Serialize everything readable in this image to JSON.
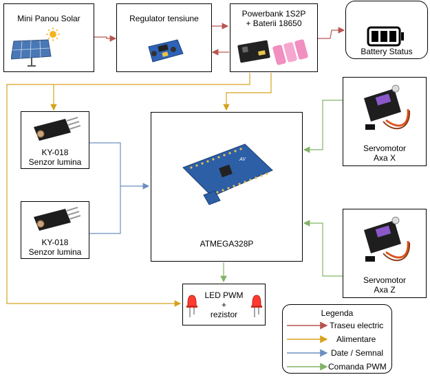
{
  "nodes": {
    "solar": {
      "label": "Mini Panou Solar"
    },
    "regulator": {
      "label": "Regulator tensiune"
    },
    "powerbank": {
      "line1": "Powerbank 1S2P",
      "line2": "+ Baterii 18650"
    },
    "battery": {
      "label": "Battery Status"
    },
    "sensor1": {
      "line1": "KY-018",
      "line2": "Senzor lumina"
    },
    "sensor2": {
      "line1": "KY-018",
      "line2": "Senzor lumina"
    },
    "mcu": {
      "label": "ATMEGA328P"
    },
    "servo_x": {
      "line1": "Servomotor",
      "line2": "Axa X"
    },
    "servo_z": {
      "line1": "Servomotor",
      "line2": "Axa Z"
    },
    "led": {
      "line1": "LED PWM",
      "line2": "+",
      "line3": "rezistor"
    }
  },
  "legend": {
    "title": "Legenda",
    "items": [
      {
        "label": "Traseu electric",
        "color": "#b85450"
      },
      {
        "label": "Alimentare",
        "color": "#d6a21e"
      },
      {
        "label": "Date / Semnal",
        "color": "#6c8ebf"
      },
      {
        "label": "Comanda PWM",
        "color": "#82b366"
      }
    ]
  },
  "colors": {
    "electric": "#b85450",
    "power": "#d6a21e",
    "data": "#6c8ebf",
    "pwm": "#82b366"
  }
}
